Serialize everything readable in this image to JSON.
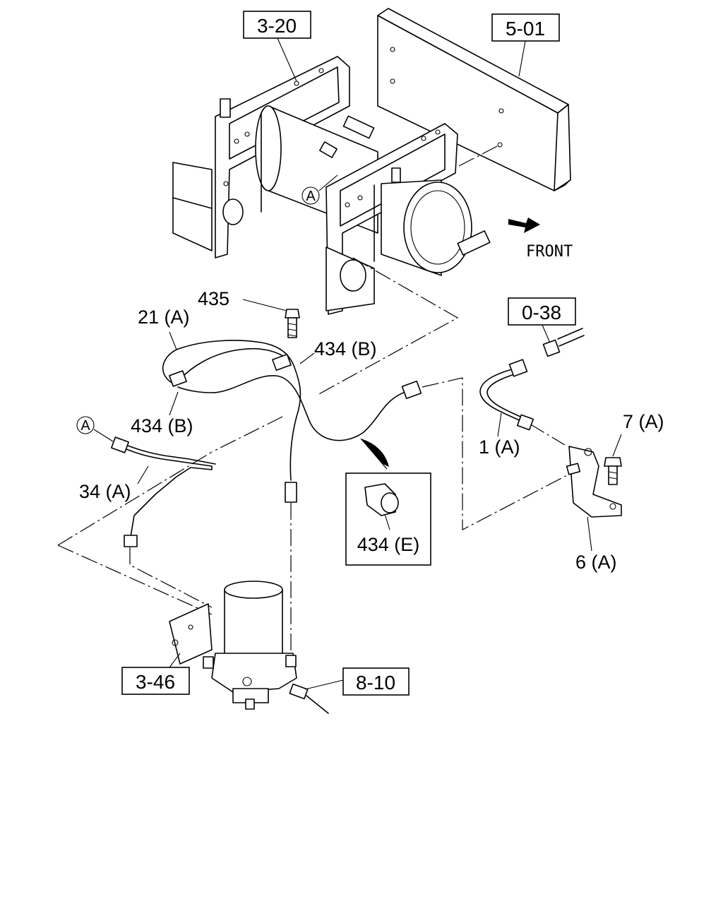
{
  "refs": {
    "ref_320": "3-20",
    "ref_501": "5-01",
    "ref_038": "0-38",
    "ref_346": "3-46",
    "ref_810": "8-10"
  },
  "labels": {
    "front": "FRONT",
    "p435": "435",
    "p21a": "21 (A)",
    "p434b_top": "434 (B)",
    "p434b_left": "434 (B)",
    "p34a": "34 (A)",
    "p1a": "1 (A)",
    "p7a": "7 (A)",
    "p6a": "6 (A)",
    "p434e": "434 (E)",
    "circle_a_top": "A",
    "circle_a_left": "A"
  },
  "icons": {
    "front_arrow": "arrow-icon"
  }
}
